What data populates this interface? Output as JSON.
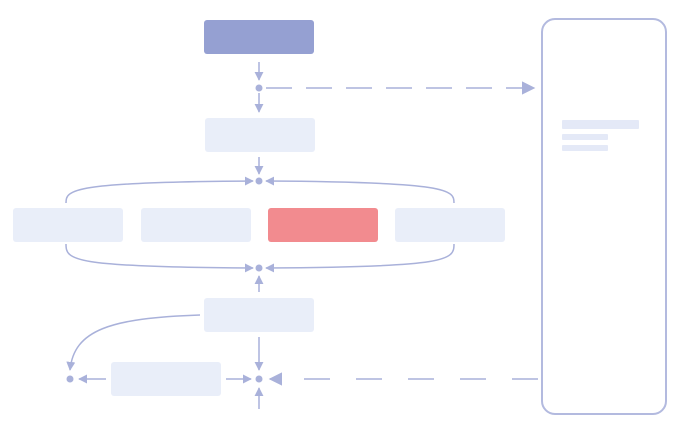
{
  "diagram": {
    "type": "flowchart-wireframe",
    "colors": {
      "start_node": "#95a0d2",
      "process_node": "#e9eef9",
      "highlight_node": "#f28b8f",
      "connector": "#a9b1da",
      "panel_border": "#b3badf",
      "panel_placeholder_line": "#e4e9f7"
    },
    "nodes": [
      {
        "id": "start",
        "label": "",
        "style": "start"
      },
      {
        "id": "step-1",
        "label": "",
        "style": "process"
      },
      {
        "id": "branch-1",
        "label": "",
        "style": "process"
      },
      {
        "id": "branch-2",
        "label": "",
        "style": "process"
      },
      {
        "id": "branch-3",
        "label": "",
        "style": "highlight"
      },
      {
        "id": "branch-4",
        "label": "",
        "style": "process"
      },
      {
        "id": "step-2",
        "label": "",
        "style": "process"
      },
      {
        "id": "step-3",
        "label": "",
        "style": "process"
      }
    ],
    "side_panel": {
      "title": "",
      "lines": [
        "",
        "",
        ""
      ]
    }
  }
}
